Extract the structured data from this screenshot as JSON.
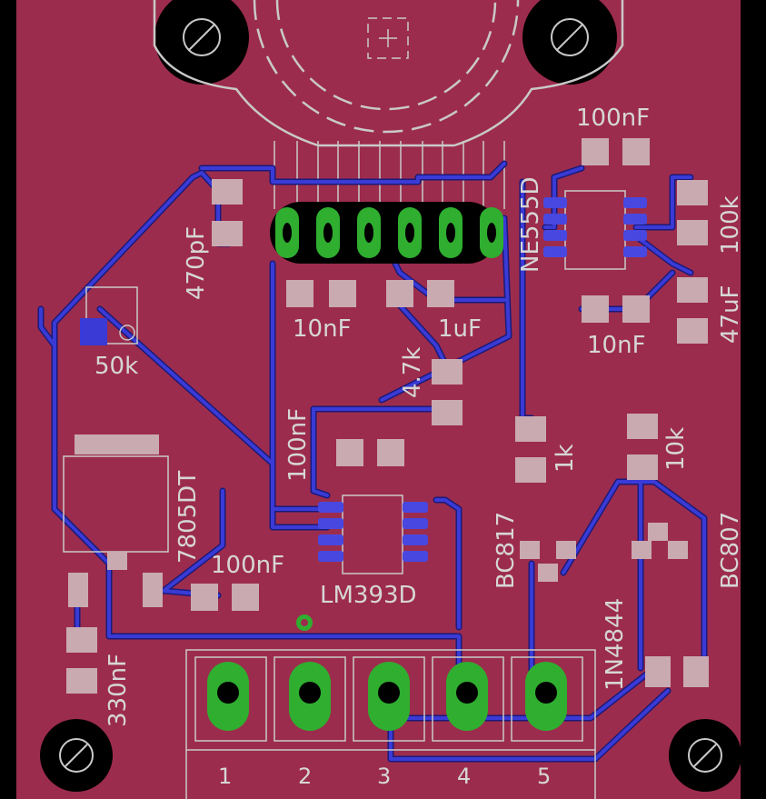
{
  "colors": {
    "board": "#9c2c4d",
    "copper_trace": "#3a3ad6",
    "pad": "#c9aab1",
    "through_hole": "#2fae2f",
    "silkscreen": "#c9c9c9",
    "background": "#000000"
  },
  "components": {
    "c_100nf_top": "100nF",
    "ic_ne555": "NE555D",
    "r_100k": "100k",
    "c_47uf": "47uF",
    "c_10nf_right": "10nF",
    "c_470pf": "470pF",
    "c_10nf_left": "10nF",
    "c_1uf": "1uF",
    "r_4_7k": "4.7k",
    "pot_50k": "50k",
    "reg_7805": "7805DT",
    "c_100nf_mid": "100nF",
    "ic_lm393": "LM393D",
    "c_100nf_bottom": "100nF",
    "c_330nf": "330nF",
    "r_1k": "1k",
    "r_10k": "10k",
    "q_bc817": "BC817",
    "q_bc807": "BC807",
    "d_1n4844": "1N4844"
  },
  "connector": {
    "pins": [
      "1",
      "2",
      "3",
      "4",
      "5"
    ]
  }
}
